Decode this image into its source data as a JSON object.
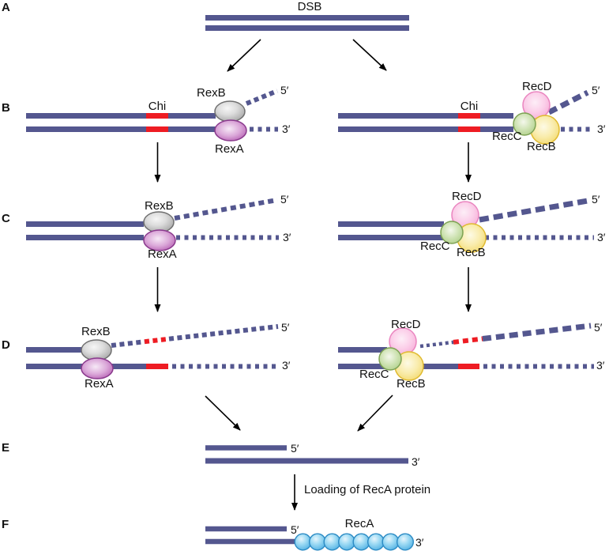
{
  "colors": {
    "dna_navy": "#54578f",
    "chi_red": "#ee1c23",
    "rexB_gray": "#b9b9b9",
    "rexA_purple": "#b159ae",
    "recD_pink": "#f6a7d2",
    "recC_green": "#a6c97f",
    "recB_yellow": "#f2d765",
    "recA_blue": "#5ab6e6",
    "arrow_black": "#000000"
  },
  "panel_a": {
    "label": "A",
    "dsb_label": "DSB"
  },
  "panel_b": {
    "label": "B",
    "left": {
      "chi_label": "Chi",
      "top_protein": "RexB",
      "bottom_protein": "RexA",
      "five_prime": "5′",
      "three_prime": "3′"
    },
    "right": {
      "chi_label": "Chi",
      "top_protein": "RecD",
      "left_protein": "RecC",
      "bottom_protein": "RecB",
      "five_prime": "5′",
      "three_prime": "3′"
    }
  },
  "panel_c": {
    "label": "C",
    "left": {
      "top_protein": "RexB",
      "bottom_protein": "RexA",
      "five_prime": "5′",
      "three_prime": "3′"
    },
    "right": {
      "top_protein": "RecD",
      "left_protein": "RecC",
      "bottom_protein": "RecB",
      "five_prime": "5′",
      "three_prime": "3′"
    }
  },
  "panel_d": {
    "label": "D",
    "left": {
      "top_protein": "RexB",
      "bottom_protein": "RexA",
      "five_prime": "5′",
      "three_prime": "3′"
    },
    "right": {
      "top_protein": "RecD",
      "left_protein": "RecC",
      "bottom_protein": "RecB",
      "five_prime": "5′",
      "three_prime": "3′"
    }
  },
  "panel_e": {
    "label": "E",
    "five_prime": "5′",
    "three_prime": "3′"
  },
  "panel_f": {
    "label": "F",
    "arrow_caption": "Loading of RecA protein",
    "protein": "RecA",
    "monomer_count": 8,
    "five_prime": "5′",
    "three_prime": "3′"
  }
}
